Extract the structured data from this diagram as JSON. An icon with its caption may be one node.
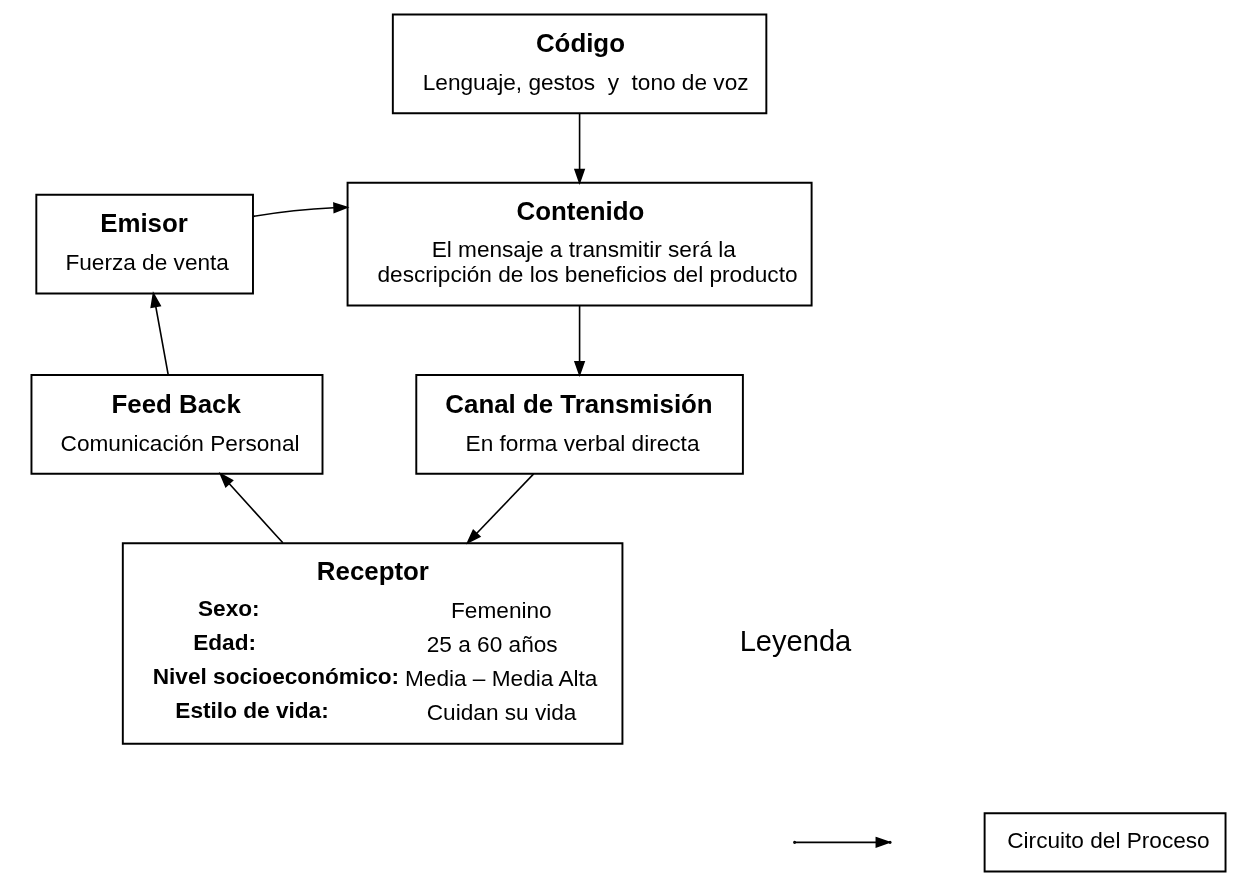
{
  "diagram": {
    "nodes": [
      {
        "text": [
          "Código",
          "Lenguaje, gestos  y  tono de voz"
        ]
      },
      {
        "text": [
          "Emisor",
          "Fuerza de venta"
        ]
      },
      {
        "text": [
          "Contenido",
          "El mensaje a transmitir será la descripción de los beneficios del producto"
        ]
      },
      {
        "text": [
          "Feed Back",
          "Comunicación Personal"
        ]
      },
      {
        "text": [
          "Canal de Transmisión",
          "En forma verbal directa"
        ]
      },
      {
        "text": [
          "Receptor",
          "**Sexo:** Femenino",
          "**Edad:** 25 a 60 años",
          "**Nivel socioeconómico:** Media – Media Alta",
          "**Estilo de vida:** Cuidan su vida"
        ]
      }
    ],
    "edges": [
      {
        "from": 0,
        "to": 2,
        "arrow": "to"
      },
      {
        "from": 1,
        "to": 2,
        "arrow": "to"
      },
      {
        "from": 2,
        "to": 4,
        "arrow": "to"
      },
      {
        "from": 4,
        "to": 5,
        "arrow": "to"
      },
      {
        "from": 5,
        "to": 3,
        "arrow": "to"
      },
      {
        "from": 3,
        "to": 1,
        "arrow": "to"
      }
    ],
    "labels": [
      "Leyenda"
    ],
    "legend": [
      {
        "text": "Circuito del Proceso"
      }
    ]
  }
}
